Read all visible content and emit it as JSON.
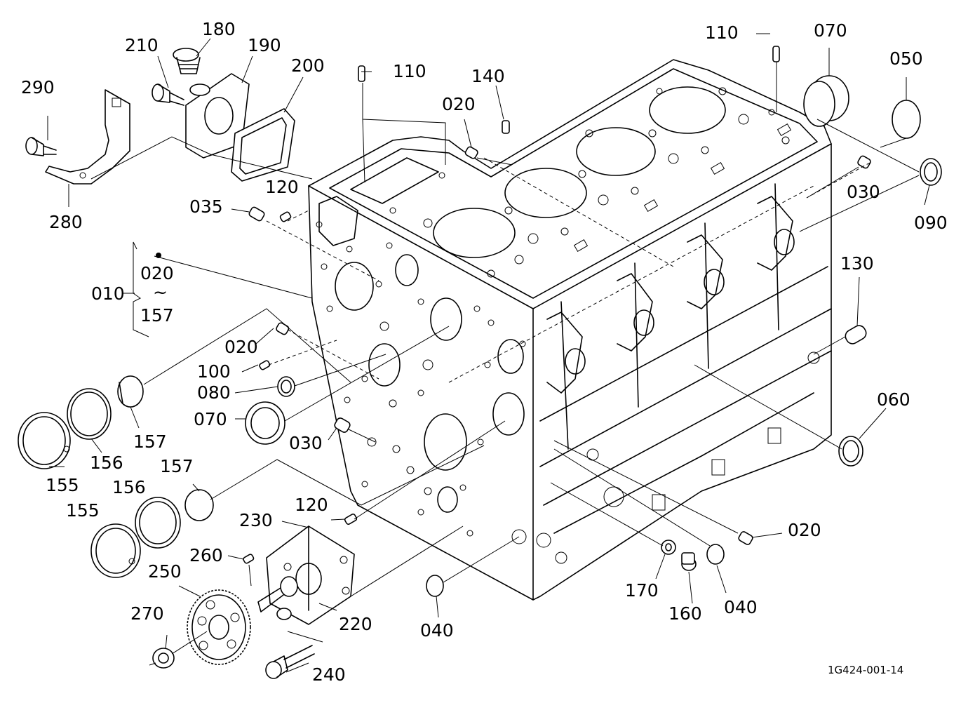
{
  "diagram": {
    "reference_code": "1G424-001-14",
    "group_bracket": {
      "main": "010",
      "from": "020",
      "tilde": "~",
      "to": "157"
    },
    "callouts": [
      {
        "id": "c290",
        "text": "290"
      },
      {
        "id": "c210",
        "text": "210"
      },
      {
        "id": "c180",
        "text": "180"
      },
      {
        "id": "c190",
        "text": "190"
      },
      {
        "id": "c200",
        "text": "200"
      },
      {
        "id": "c280",
        "text": "280"
      },
      {
        "id": "c110a",
        "text": "110"
      },
      {
        "id": "c140",
        "text": "140"
      },
      {
        "id": "c020a",
        "text": "020"
      },
      {
        "id": "c110b",
        "text": "110"
      },
      {
        "id": "c070a",
        "text": "070"
      },
      {
        "id": "c050",
        "text": "050"
      },
      {
        "id": "c030a",
        "text": "030"
      },
      {
        "id": "c090",
        "text": "090"
      },
      {
        "id": "c120a",
        "text": "120"
      },
      {
        "id": "c035",
        "text": "035"
      },
      {
        "id": "c130",
        "text": "130"
      },
      {
        "id": "c020b",
        "text": "020"
      },
      {
        "id": "c100",
        "text": "100"
      },
      {
        "id": "c080",
        "text": "080"
      },
      {
        "id": "c070b",
        "text": "070"
      },
      {
        "id": "c030b",
        "text": "030"
      },
      {
        "id": "c060",
        "text": "060"
      },
      {
        "id": "c157a",
        "text": "157"
      },
      {
        "id": "c156a",
        "text": "156"
      },
      {
        "id": "c155a",
        "text": "155"
      },
      {
        "id": "c157b",
        "text": "157"
      },
      {
        "id": "c156b",
        "text": "156"
      },
      {
        "id": "c155b",
        "text": "155"
      },
      {
        "id": "c120b",
        "text": "120"
      },
      {
        "id": "c230",
        "text": "230"
      },
      {
        "id": "c260",
        "text": "260"
      },
      {
        "id": "c250",
        "text": "250"
      },
      {
        "id": "c270",
        "text": "270"
      },
      {
        "id": "c220",
        "text": "220"
      },
      {
        "id": "c240",
        "text": "240"
      },
      {
        "id": "c040a",
        "text": "040"
      },
      {
        "id": "c020c",
        "text": "020"
      },
      {
        "id": "c170",
        "text": "170"
      },
      {
        "id": "c160",
        "text": "160"
      },
      {
        "id": "c040b",
        "text": "040"
      }
    ]
  }
}
